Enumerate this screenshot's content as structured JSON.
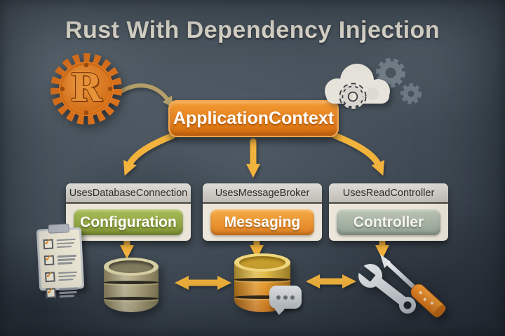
{
  "title": "Rust With Dependency Injection",
  "nodes": {
    "application_context": {
      "label": "ApplicationContext"
    },
    "panels": [
      {
        "header": "UsesDatabaseConnection",
        "label": "Configuration"
      },
      {
        "header": "UsesMessageBroker",
        "label": "Messaging"
      },
      {
        "header": "UsesReadController",
        "label": "Controller"
      }
    ]
  },
  "logo": {
    "name": "rust-gear-logo",
    "letter": "R"
  },
  "icons": {
    "top_right": "cloud-with-gears",
    "bottom_left": "checklist-clipboard",
    "left_store": "database-cylinder-khaki",
    "middle_store": "database-cylinder-orange",
    "middle_badge": "chat-bubble",
    "bottom_right": "wrench-and-screwdriver"
  },
  "colors": {
    "background": "#46515b",
    "title_text": "#ece7da",
    "accent_orange": "#e8821e",
    "arrow_yellow": "#f2b33d",
    "arrow_tan": "#b5a06b",
    "panel_body": "#ebe6d9",
    "panel_header": "#c9c6c0",
    "configuration_green": "#8ca23e",
    "messaging_orange": "#eb9632",
    "controller_gray_green": "#a8b4a4"
  }
}
